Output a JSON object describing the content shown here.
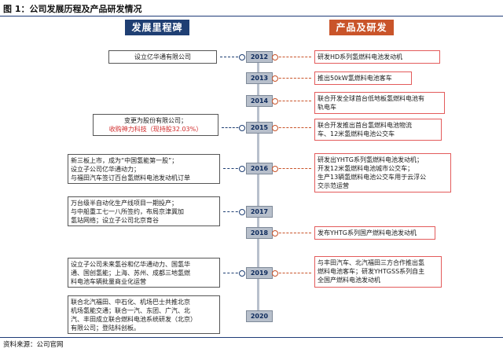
{
  "figure_title": "图 1：公司发展历程及产品研发情况",
  "headers": {
    "left": "发展里程碑",
    "right": "产品及研发"
  },
  "years": [
    "2012",
    "2013",
    "2014",
    "2015",
    "2016",
    "2017",
    "2018",
    "2019",
    "2020"
  ],
  "milestones": {
    "m2012": "设立亿华通有限公司",
    "m2015_line1": "变更为股份有限公司；",
    "m2015_line2": "收购神力科技（现持股32.03%）",
    "m2016_line1": "新三板上市，成为“中国氢能第一股”；",
    "m2016_line2": "设立子公司亿华通动力；",
    "m2016_line3": "与福田汽车签订百台氢燃料电池发动机订单",
    "m2017_line1": "万台级半自动化生产线项目一期投产；",
    "m2017_line2": "与中船重工七一八所签约，布局京津冀加",
    "m2017_line3": "氢站网络；设立子公司北京育谷",
    "m2019_line1": "设立子公司未来氢谷和亿华通动力、国氢华",
    "m2019_line2": "通、国创氢能；上海、苏州、成都三地氢燃",
    "m2019_line3": "料电池车辆批量商业化运营",
    "m2020_line1": "联合北汽福田、中石化、机场巴士共推北京",
    "m2020_line2": "机场氢能交通；联合一汽、东团、广汽、北",
    "m2020_line3": "汽、丰田成立联合燃料电池系统研发（北京）",
    "m2020_line4": "有限公司；登陆科创板。"
  },
  "products": {
    "p2012": "研发HD系列氢燃料电池发动机",
    "p2013": "推出50kW氢燃料电池客车",
    "p2014_line1": "联合开发全球首台低地板氢燃料电池有",
    "p2014_line2": "轨电车",
    "p2015_line1": "联合开发推出首台氢燃料电池物流",
    "p2015_line2": "车、12米氢燃料电池公交车",
    "p2016_line1": "研发出YHTG系列氢燃料电池发动机；",
    "p2016_line2": "开发12米氢燃料电池城市公交车；",
    "p2016_line3": "生产13辆氢燃料电池公交车用于云浮公",
    "p2016_line4": "交示范运营",
    "p2018": "发布YHTG系列国产燃料电池发动机",
    "p2019_line1": "与丰田汽车、北汽福田三方合作推出氢",
    "p2019_line2": "燃料电池客车；研发YHTGSS系列自主",
    "p2019_line3": "全国产燃料电池发动机"
  },
  "source": "资料来源：公司官网",
  "colors": {
    "navy": "#1f3f73",
    "orange": "#c9542a",
    "highlight_red": "#d12b2b",
    "axis_grey": "#b7bfcb"
  }
}
